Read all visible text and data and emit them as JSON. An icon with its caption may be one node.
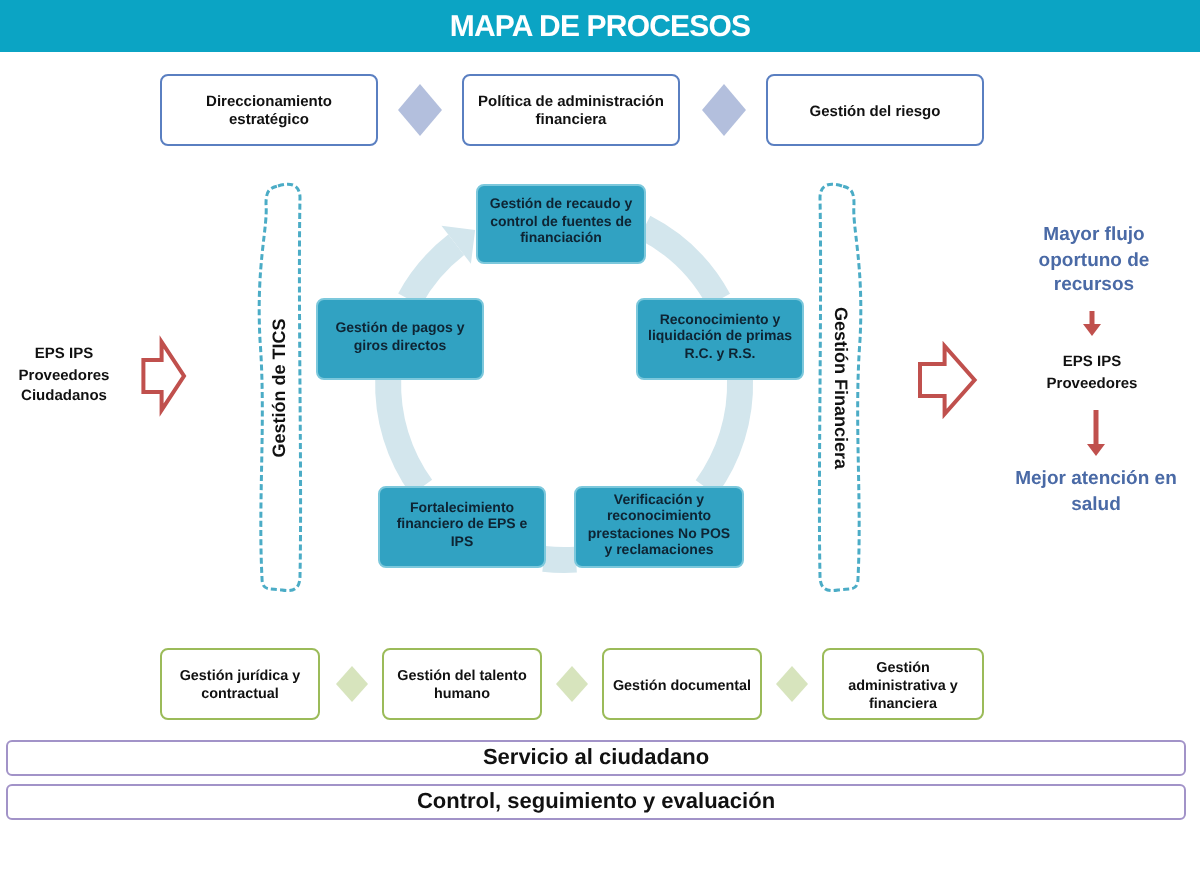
{
  "diagram": {
    "title": "MAPA DE PROCESOS",
    "nodes": [
      {
        "text": [
          "Direccionamiento estratégico"
        ]
      },
      {
        "text": [
          "Política de administración financiera"
        ]
      },
      {
        "text": [
          "Gestión del riesgo"
        ]
      },
      {
        "text": [
          "EPS IPS Proveedores Ciudadanos"
        ]
      },
      {
        "text": [
          "Gestión de TICS"
        ]
      },
      {
        "text": [
          "Gestión de recaudo y control de fuentes de financiación"
        ]
      },
      {
        "text": [
          "Gestión de pagos y giros directos"
        ]
      },
      {
        "text": [
          "Reconocimiento y liquidación de primas R.C. y R.S."
        ]
      },
      {
        "text": [
          "Fortalecimiento financiero de EPS e IPS"
        ]
      },
      {
        "text": [
          "Verificación y reconocimiento prestaciones No POS y reclamaciones"
        ]
      },
      {
        "text": [
          "Gestión Financiera"
        ]
      },
      {
        "text": [
          "Mayor flujo oportuno de recursos"
        ]
      },
      {
        "text": [
          "EPS IPS Proveedores"
        ]
      },
      {
        "text": [
          "Mejor atención en salud"
        ]
      },
      {
        "text": [
          "Gestión jurídica y contractual"
        ]
      },
      {
        "text": [
          "Gestión del talento humano"
        ]
      },
      {
        "text": [
          "Gestión documental"
        ]
      },
      {
        "text": [
          "Gestión administrativa y financiera"
        ]
      },
      {
        "text": [
          "Servicio al ciudadano"
        ]
      },
      {
        "text": [
          "Control, seguimiento y evaluación"
        ]
      }
    ],
    "edges": [
      {
        "from": 3,
        "to": 4,
        "arrow": "to",
        "style": "thick",
        "color": "#c0504d"
      },
      {
        "from": 6,
        "to": 5,
        "arrow": "to"
      },
      {
        "from": 5,
        "to": 7,
        "arrow": "none"
      },
      {
        "from": 7,
        "to": 9,
        "arrow": "none"
      },
      {
        "from": 9,
        "to": 8,
        "arrow": "none"
      },
      {
        "from": 8,
        "to": 6,
        "arrow": "none"
      },
      {
        "from": 10,
        "to": 12,
        "arrow": "to",
        "style": "thick",
        "color": "#c0504d"
      },
      {
        "from": 11,
        "to": 12,
        "arrow": "to",
        "color": "#c0504d"
      },
      {
        "from": 12,
        "to": 13,
        "arrow": "to",
        "color": "#c0504d"
      }
    ]
  }
}
